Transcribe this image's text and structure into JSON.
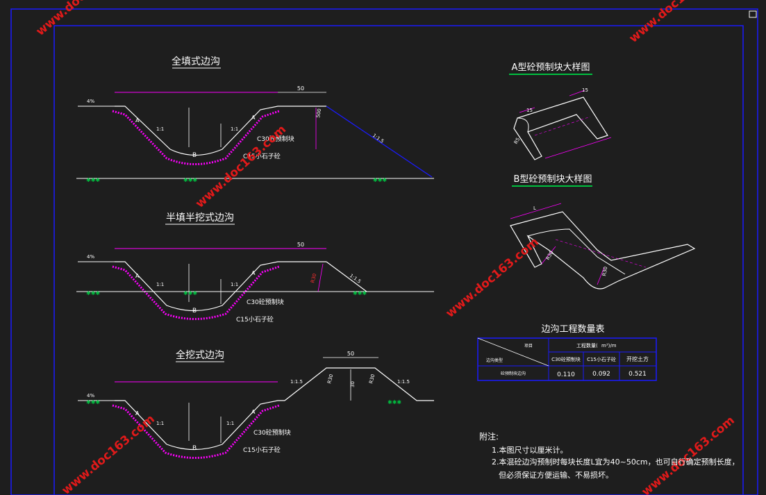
{
  "sections": {
    "fill": {
      "title": "全填式边沟",
      "label_c30": "C30砼预制块",
      "label_c15": "C15小石子砼",
      "dim_top": "50",
      "slope_fill": "1:1.5",
      "slope_a": "1:1",
      "slope_b": "1:1",
      "grade": "4%",
      "point_a1": "A",
      "point_a2": "A",
      "point_b": "B",
      "dim_h": "500"
    },
    "half": {
      "title": "半填半挖式边沟",
      "label_c30": "C30砼预制块",
      "label_c15": "C15小石子砼",
      "dim_top": "50",
      "slope_fill": "1:1.5",
      "slope_a": "1:1",
      "slope_b": "1:1",
      "grade": "4%",
      "point_a1": "A",
      "point_a2": "A",
      "point_b": "B",
      "radius": "R30"
    },
    "cut": {
      "title": "全挖式边沟",
      "label_c30": "C30砼预制块",
      "label_c15": "C15小石子砼",
      "dim_top": "50",
      "slope_l": "1:1.5",
      "slope_r": "1:1.5",
      "slope_a": "1:1",
      "slope_b": "1:1",
      "grade": "4%",
      "point_a1": "A",
      "point_a2": "A",
      "point_b": "B",
      "r1": "R30",
      "r2": "R30",
      "dim_30": "30"
    }
  },
  "block_a": {
    "title": "A型砼预制块大样图",
    "dim1": "15",
    "dim2": "15",
    "dim3": "R5"
  },
  "block_b": {
    "title": "B型砼预制块大样图",
    "dim_l": "L",
    "r1": "R30",
    "r2": "R30"
  },
  "table": {
    "title": "边沟工程数量表",
    "diag_top": "项目",
    "diag_bottom": "边沟类型",
    "group_header": "工程数量(",
    "group_unit": "m³)/m",
    "cols": [
      "C30砼预制块",
      "C15小石子砼",
      "开挖土方"
    ],
    "row_label": "砼预制块边沟",
    "values": [
      "0.110",
      "0.092",
      "0.521"
    ]
  },
  "notes": {
    "heading": "附注:",
    "line1": "1.本图尺寸以厘米计。",
    "line2": "2.本混砼边沟预制时每块长度L宜为40~50cm，也可自行确定预制长度，",
    "line3": "但必须保证方便运输、不易损坏。"
  },
  "watermark": "www.doc163.com",
  "colors": {
    "frame": "#1a1aff",
    "magenta": "#ff00ff",
    "green": "#00c040",
    "white": "#ffffff",
    "watermark": "#e11a1a"
  }
}
